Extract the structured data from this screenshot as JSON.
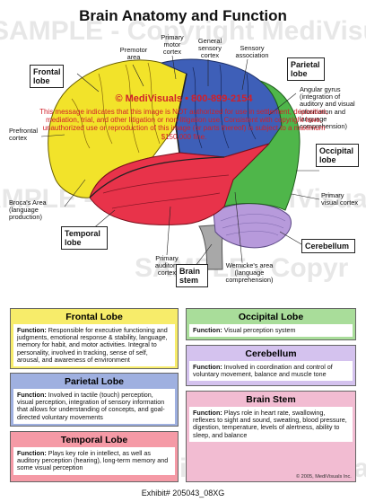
{
  "title": "Brain Anatomy and Function",
  "watermark": {
    "line1": "SAMPLE - Copyright MediVisuals",
    "line2": "SAMPLE - Copyr",
    "line3": "ight MediVisuals"
  },
  "notice": {
    "headline": "© MediVisuals • 800-899-2154",
    "body": "This message indicates that this image is NOT authorized for use in settlement, deposition, mediation, trial, and other litigation or non-litigation use. Consistent with copyright laws, unauthorized use or reproduction of this image (or parts thereof) is subject to a maximum $150,000 fine."
  },
  "labels": {
    "frontal_lobe": "Frontal lobe",
    "parietal_lobe": "Parietal lobe",
    "occipital_lobe": "Occipital lobe",
    "temporal_lobe": "Temporal lobe",
    "cerebellum": "Cerebellum",
    "brain_stem": "Brain stem",
    "premotor": "Premotor area",
    "primary_motor": "Primary motor cortex",
    "general_sensory": "General sensory cortex",
    "sensory_association": "Sensory association",
    "prefrontal": "Prefrontal cortex",
    "angular_gyrus": "Angular gyrus (integration of auditory and visual information and language comprehension)",
    "brocas": "Broca's Area (language production)",
    "primary_visual": "Primary visual cortex",
    "primary_auditory": "Primary auditory cortex",
    "wernickes": "Wernicke's area (language comprehension)"
  },
  "panels": {
    "frontal": {
      "title": "Frontal Lobe",
      "function_label": "Function:",
      "text": "Responsible for executive functioning and judgments, emotional response & stability, language, memory for habit, and motor activities. Integral to personality, involved in tracking, sense of self, arousal, and awareness of environment"
    },
    "parietal": {
      "title": "Parietal Lobe",
      "function_label": "Function:",
      "text": "Involved in tactile (touch) perception, visual perception, integration of sensory information that allows for understanding of concepts, and goal-directed voluntary movements"
    },
    "temporal": {
      "title": "Temporal Lobe",
      "function_label": "Function:",
      "text": "Plays key role in intellect, as well as auditory perception (hearing), long-term memory and some visual perception"
    },
    "occipital": {
      "title": "Occipital Lobe",
      "function_label": "Function:",
      "text": "Visual perception system"
    },
    "cerebellum": {
      "title": "Cerebellum",
      "function_label": "Function:",
      "text": "Involved in coordination and control of voluntary movement, balance and muscle tone"
    },
    "brainstem": {
      "title": "Brain Stem",
      "function_label": "Function:",
      "text": "Plays role in heart rate, swallowing, reflexes to sight and sound, sweating, blood pressure, digestion, temperature, levels of alertness, ability to sleep, and balance"
    }
  },
  "colors": {
    "frontal": "#f2e32a",
    "parietal": "#3e5fb8",
    "temporal": "#e8334a",
    "occipital": "#4fb64a",
    "cerebellum": "#b79adb",
    "brainstem": "#a8a8a8",
    "frontal_panel": "#f7ec6a",
    "parietal_panel": "#9fb0e0",
    "temporal_panel": "#f59aa6",
    "occipital_panel": "#a9dd9a",
    "cerebellum_panel": "#d4c2ee",
    "brainstem_panel": "#f2bcd2"
  },
  "copyright": "© 2005, MediVisuals Inc.",
  "footer": "Exhibit# 205043_08XG"
}
